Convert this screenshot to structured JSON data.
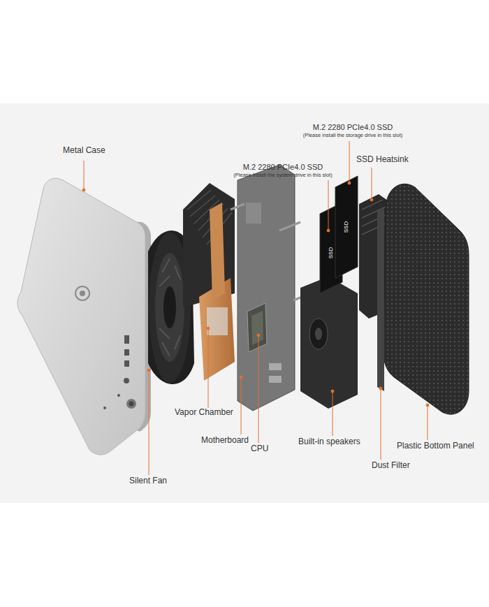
{
  "diagram": {
    "labels": [
      "Metal Case",
      "M.2 2280 PCIe4.0 SSD",
      "(Please install the storage drive in this slot)",
      "SSD Heatsink",
      "M.2 2280 PCIe4.0 SSD",
      "(Please install the system drive in this slot)",
      "SSD",
      "SSD",
      "Vapor Chamber",
      "Motherboard",
      "CPU",
      "Built-in speakers",
      "Plastic Bottom Panel",
      "Dust Filter",
      "Silent Fan"
    ]
  }
}
